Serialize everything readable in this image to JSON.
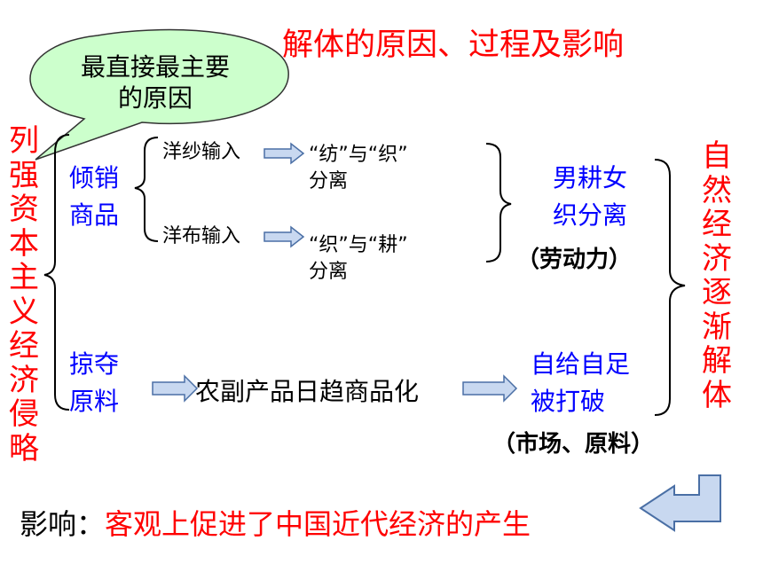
{
  "title": "解体的原因、过程及影响",
  "bubble": {
    "line1": "最直接最主要",
    "line2": "的原因"
  },
  "left_vertical": "列强资本主义经济侵略",
  "right_vertical": "自然经济逐渐解体",
  "dump_goods": {
    "line1": "倾销",
    "line2": "商品"
  },
  "plunder": {
    "line1": "掠夺",
    "line2": "原料"
  },
  "yarn_input": "洋纱输入",
  "cloth_input": "洋布输入",
  "spin_weave": {
    "line1": "“纺”与“织”",
    "line2": "分离"
  },
  "weave_farm": {
    "line1": "“织”与“耕”",
    "line2": "分离"
  },
  "gender_split": {
    "line1": "男耕女",
    "line2": "织分离"
  },
  "labor_note": "（劳动力）",
  "commercialization": "农副产品日趋商品化",
  "self_sufficiency": {
    "line1": "自给自足",
    "line2": "被打破"
  },
  "market_note": "（市场、原料）",
  "impact": {
    "label": "影响：",
    "text": "客观上促进了中国近代经济的产生"
  },
  "colors": {
    "red": "#ff0000",
    "blue": "#0000ff",
    "bubble_fill": "#ccffcc",
    "arrow_fill": "#c8d8f0",
    "arrow_stroke": "#4a6fa5"
  }
}
